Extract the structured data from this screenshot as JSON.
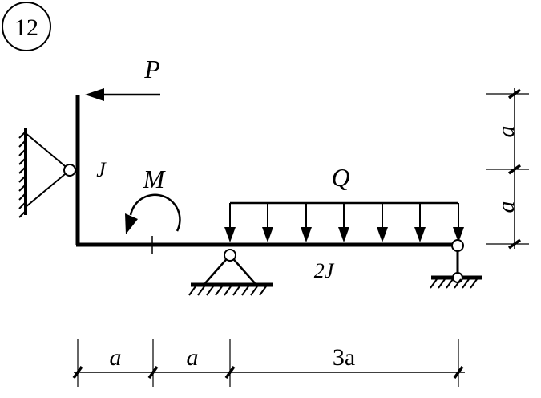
{
  "problem_number": "12",
  "labels": {
    "force": "P",
    "moment": "M",
    "distributed_load": "Q",
    "stiffness_vertical": "J",
    "stiffness_horizontal": "2J"
  },
  "dimensions": {
    "horizontal": [
      "a",
      "a",
      "3a"
    ],
    "vertical": [
      "a",
      "a"
    ]
  },
  "colors": {
    "ink": "#000000",
    "background": "#ffffff"
  }
}
